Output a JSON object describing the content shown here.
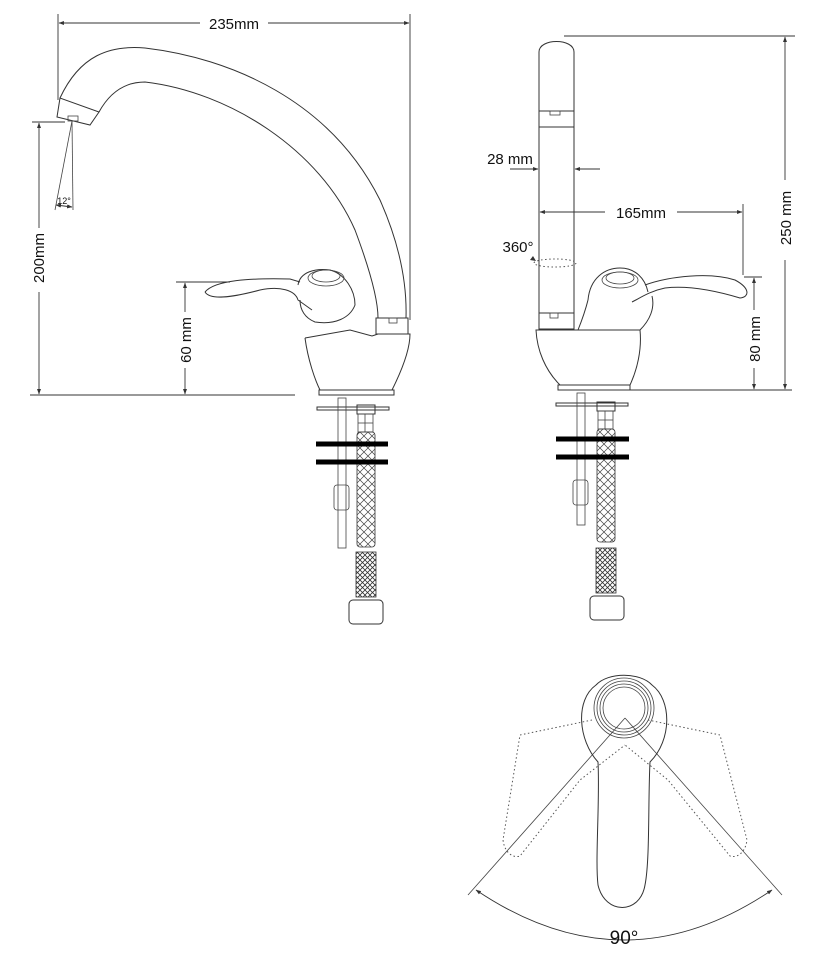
{
  "diagram": {
    "type": "technical-drawing",
    "subject": "single-lever kitchen faucet",
    "views": {
      "front": {
        "dimensions": {
          "spout_reach": "235mm",
          "spout_height": "200mm",
          "lever_height": "60 mm",
          "aerator_angle": "12°"
        }
      },
      "side": {
        "dimensions": {
          "spout_diameter": "28 mm",
          "lever_length": "165mm",
          "total_height": "250 mm",
          "lever_height": "80 mm",
          "rotation": "360°"
        }
      },
      "top": {
        "dimensions": {
          "lever_swing": "90°"
        }
      }
    },
    "colors": {
      "line": "#333333",
      "background": "#ffffff",
      "mounting_bar": "#000000"
    }
  }
}
